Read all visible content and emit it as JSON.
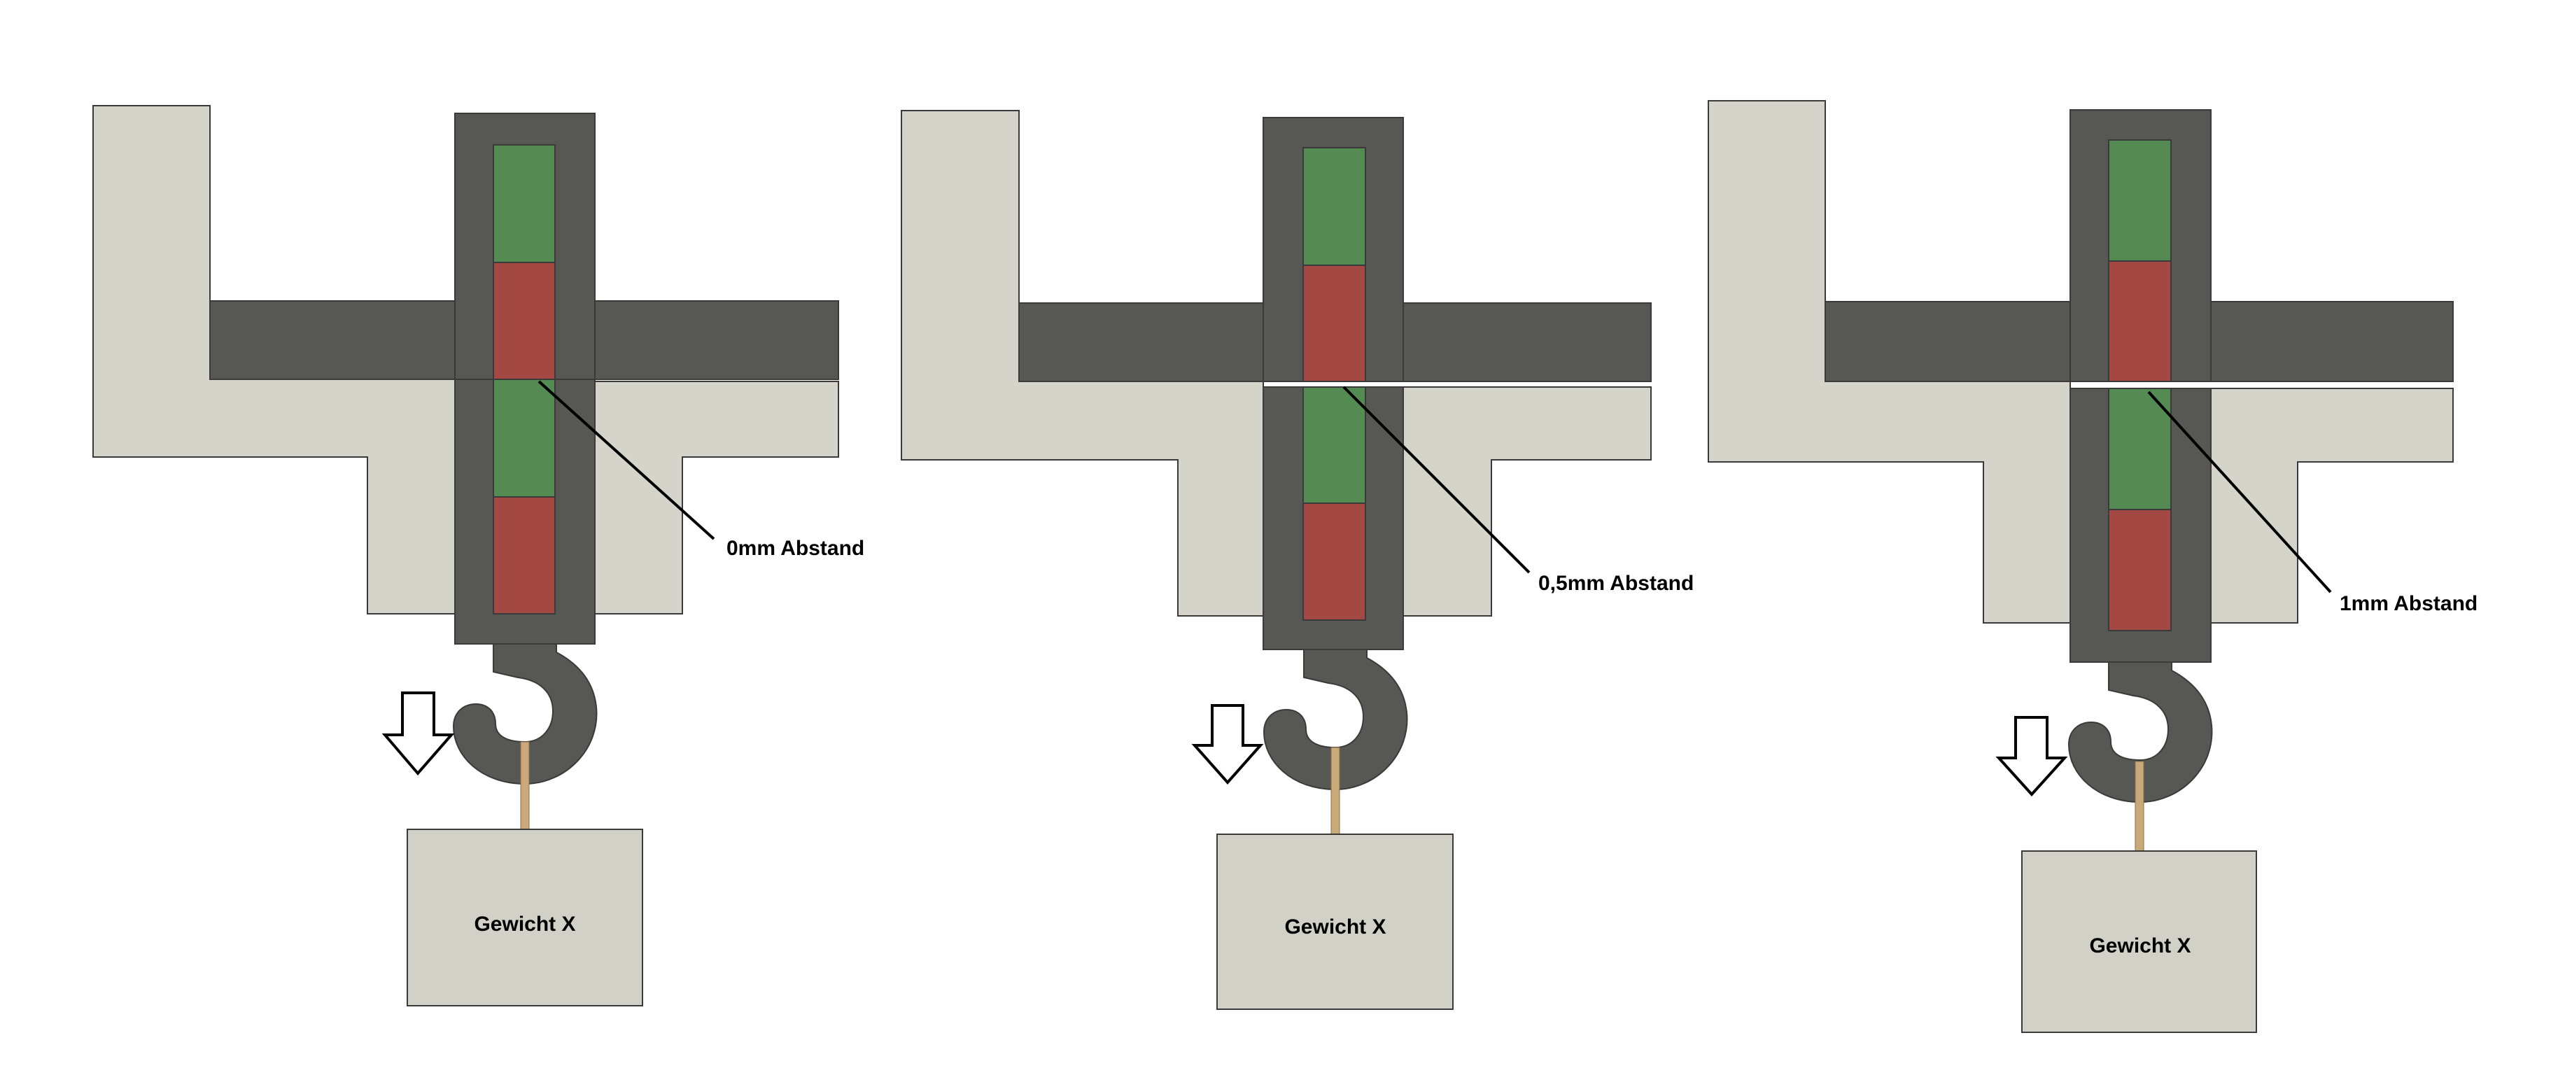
{
  "colors": {
    "housing": "#d4d4ca",
    "frame": "#575753",
    "magnet_green": "#548b53",
    "magnet_red": "#a34842",
    "cord": "#c9a87a",
    "weight_box": "#d1d1c8",
    "outline": "#3a3a3a"
  },
  "icons": {
    "arrow": "down-arrow-icon",
    "hook": "hook-icon"
  },
  "panels": [
    {
      "gap_label": "0mm Abstand",
      "weight_label": "Gewicht X"
    },
    {
      "gap_label": "0,5mm Abstand",
      "weight_label": "Gewicht X"
    },
    {
      "gap_label": "1mm Abstand",
      "weight_label": "Gewicht X"
    }
  ]
}
